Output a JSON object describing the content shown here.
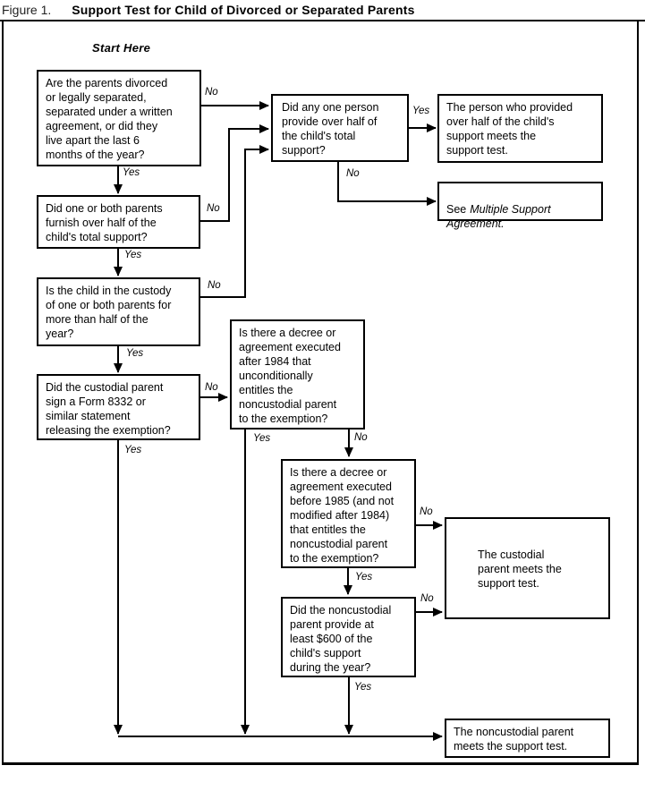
{
  "title": {
    "figure_label": "Figure 1.",
    "heading": "Support Test for Child of Divorced or Separated Parents"
  },
  "flowchart": {
    "start_label": "Start Here",
    "labels": {
      "yes": "Yes",
      "no": "No"
    },
    "nodes": {
      "divorced": "Are the parents divorced\nor legally separated,\nseparated under a written\nagreement, or did they\nlive apart the last 6\nmonths of the year?",
      "furnish": "Did one or both parents\nfurnish over half of the\nchild's total support?",
      "custody": "Is the child in the custody\nof one or both parents for\nmore than half of the\nyear?",
      "form8332": "Did the custodial parent\nsign a Form 8332 or\nsimilar statement\nreleasing the exemption?",
      "one_person": "Did any one person\nprovide over half of\nthe child's total\nsupport?",
      "person_meets": "The person who provided\nover half of the child's\nsupport meets the\nsupport test.",
      "see_multiple_prefix": "See",
      "see_multiple_italic": "Multiple Support\nAgreement.",
      "after_1984": "Is there a decree or\nagreement executed\nafter 1984 that\nunconditionally\nentitles the\nnoncustodial parent\nto the exemption?",
      "before_1985": "Is there a decree or\nagreement executed\nbefore 1985 (and not\nmodified after 1984)\nthat entitles the\nnoncustodial parent\nto the exemption?",
      "six_hundred": "Did the noncustodial\nparent provide at\nleast $600 of the\nchild's support\nduring the year?",
      "custodial_meets": "The custodial\nparent meets the\nsupport test.",
      "noncustodial_meets": "The noncustodial parent\nmeets the support test."
    }
  }
}
